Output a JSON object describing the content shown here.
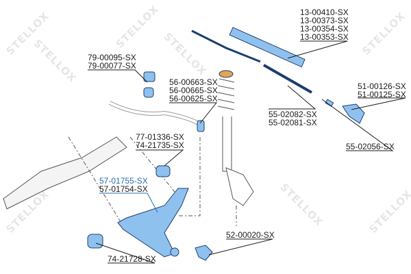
{
  "watermark": "STELLOX",
  "colors": {
    "part": "#8fc1ee",
    "outline": "#1b3e6e",
    "accent_label": "#2b6cb5",
    "spring_top": "#e3a455"
  },
  "labels": {
    "stabilizer_bushing": [
      "79-00095-SX",
      "79-00077-SX"
    ],
    "stabilizer_link": [
      "56-00663-SX",
      "56-00665-SX",
      "56-00625-SX"
    ],
    "steering_rack": [
      "13-00410-SX",
      "13-00373-SX",
      "13-00354-SX",
      "13-00353-SX"
    ],
    "tie_rod_end": [
      "51-00126-SX",
      "51-00125-SX"
    ],
    "tie_rod": [
      "55-02082-SX",
      "55-02081-SX"
    ],
    "tie_rod_boot": [
      "55-02056-SX"
    ],
    "rear_arm_bushing": [
      "77-01336-SX",
      "74-21735-SX"
    ],
    "control_arm": [
      "57-01755-SX",
      "57-01754-SX"
    ],
    "ball_joint": [
      "52-00020-SX"
    ],
    "front_arm_bushing": [
      "74-21728-SX"
    ]
  }
}
